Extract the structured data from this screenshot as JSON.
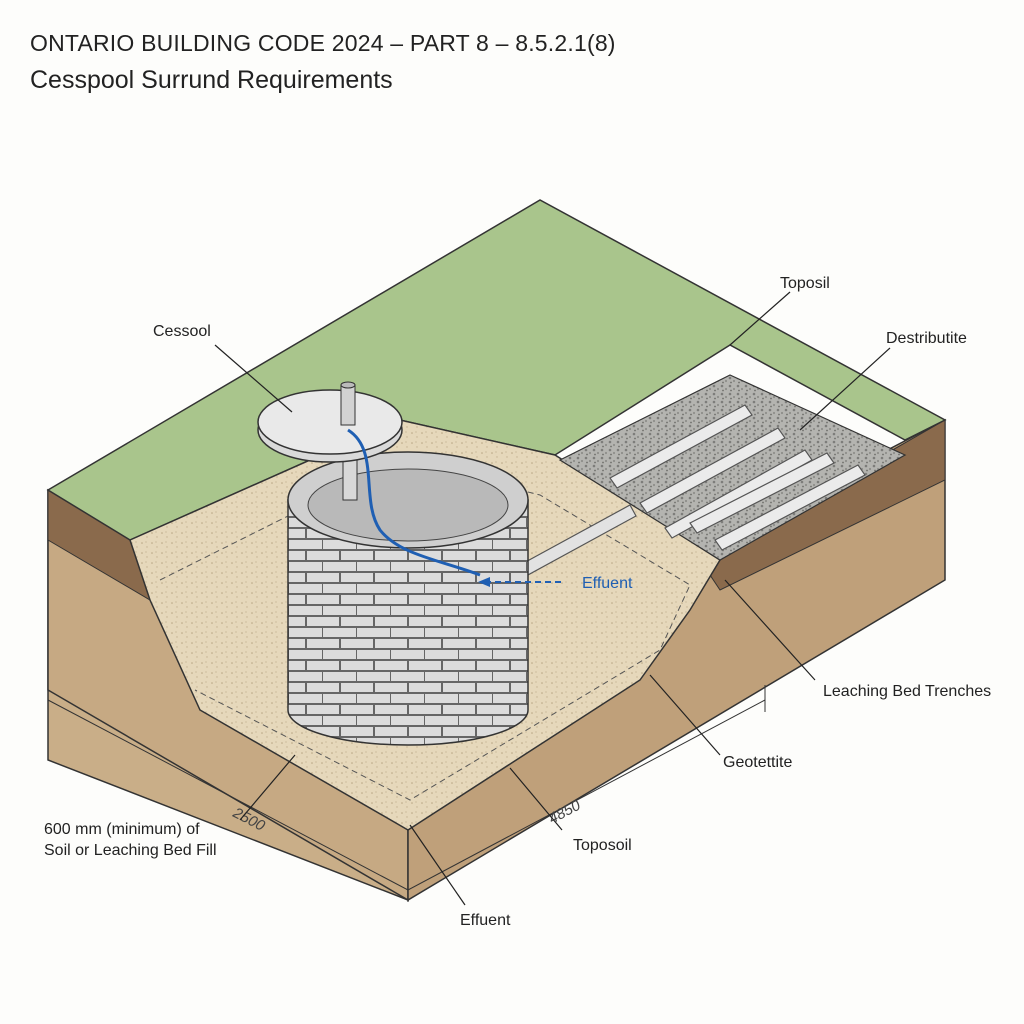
{
  "header": {
    "title": "ONTARIO BUILDING CODE 2024 – PART 8 – 8.5.2.1(8)",
    "subtitle": "Cesspool Surrund Requirements"
  },
  "labels": {
    "cesspool": "Cessool",
    "topsoil_top": "Toposil",
    "distribution": "Destributite",
    "effluent_flow": "Effuent",
    "leaching_trenches": "Leaching Bed Trenches",
    "geotextile": "Geotettite",
    "fill_line1": "600 mm (minimum) of",
    "fill_line2": "Soil or Leaching Bed Fill",
    "topsoil_bottom": "Toposoil",
    "effluent_bottom": "Effuent"
  },
  "dimensions": {
    "width": "2500",
    "length": "4850"
  },
  "colors": {
    "grass": "#a9c58c",
    "soil_side": "#c9ae88",
    "soil_dark": "#8a6a4c",
    "sand": "#e6d8bb",
    "gravel": "#a9a9a6",
    "concrete": "#d3d3d3",
    "effluent": "#1f5fb3"
  }
}
